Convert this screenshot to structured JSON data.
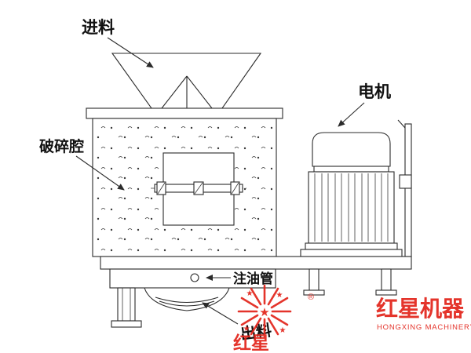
{
  "colors": {
    "line": "#2b2b2b",
    "logo_red": "#e2231a",
    "background": "#ffffff"
  },
  "labels": {
    "feed": "进料",
    "crushing_chamber": "破碎腔",
    "motor": "电机",
    "oil_pipe": "注油管",
    "discharge": "出料"
  },
  "logo": {
    "brand_cn": "红星机器",
    "brand_en": "HONGXING MACHINERY",
    "registered_mark": "®",
    "partial_cn": "红星",
    "star_glyph": "★"
  }
}
